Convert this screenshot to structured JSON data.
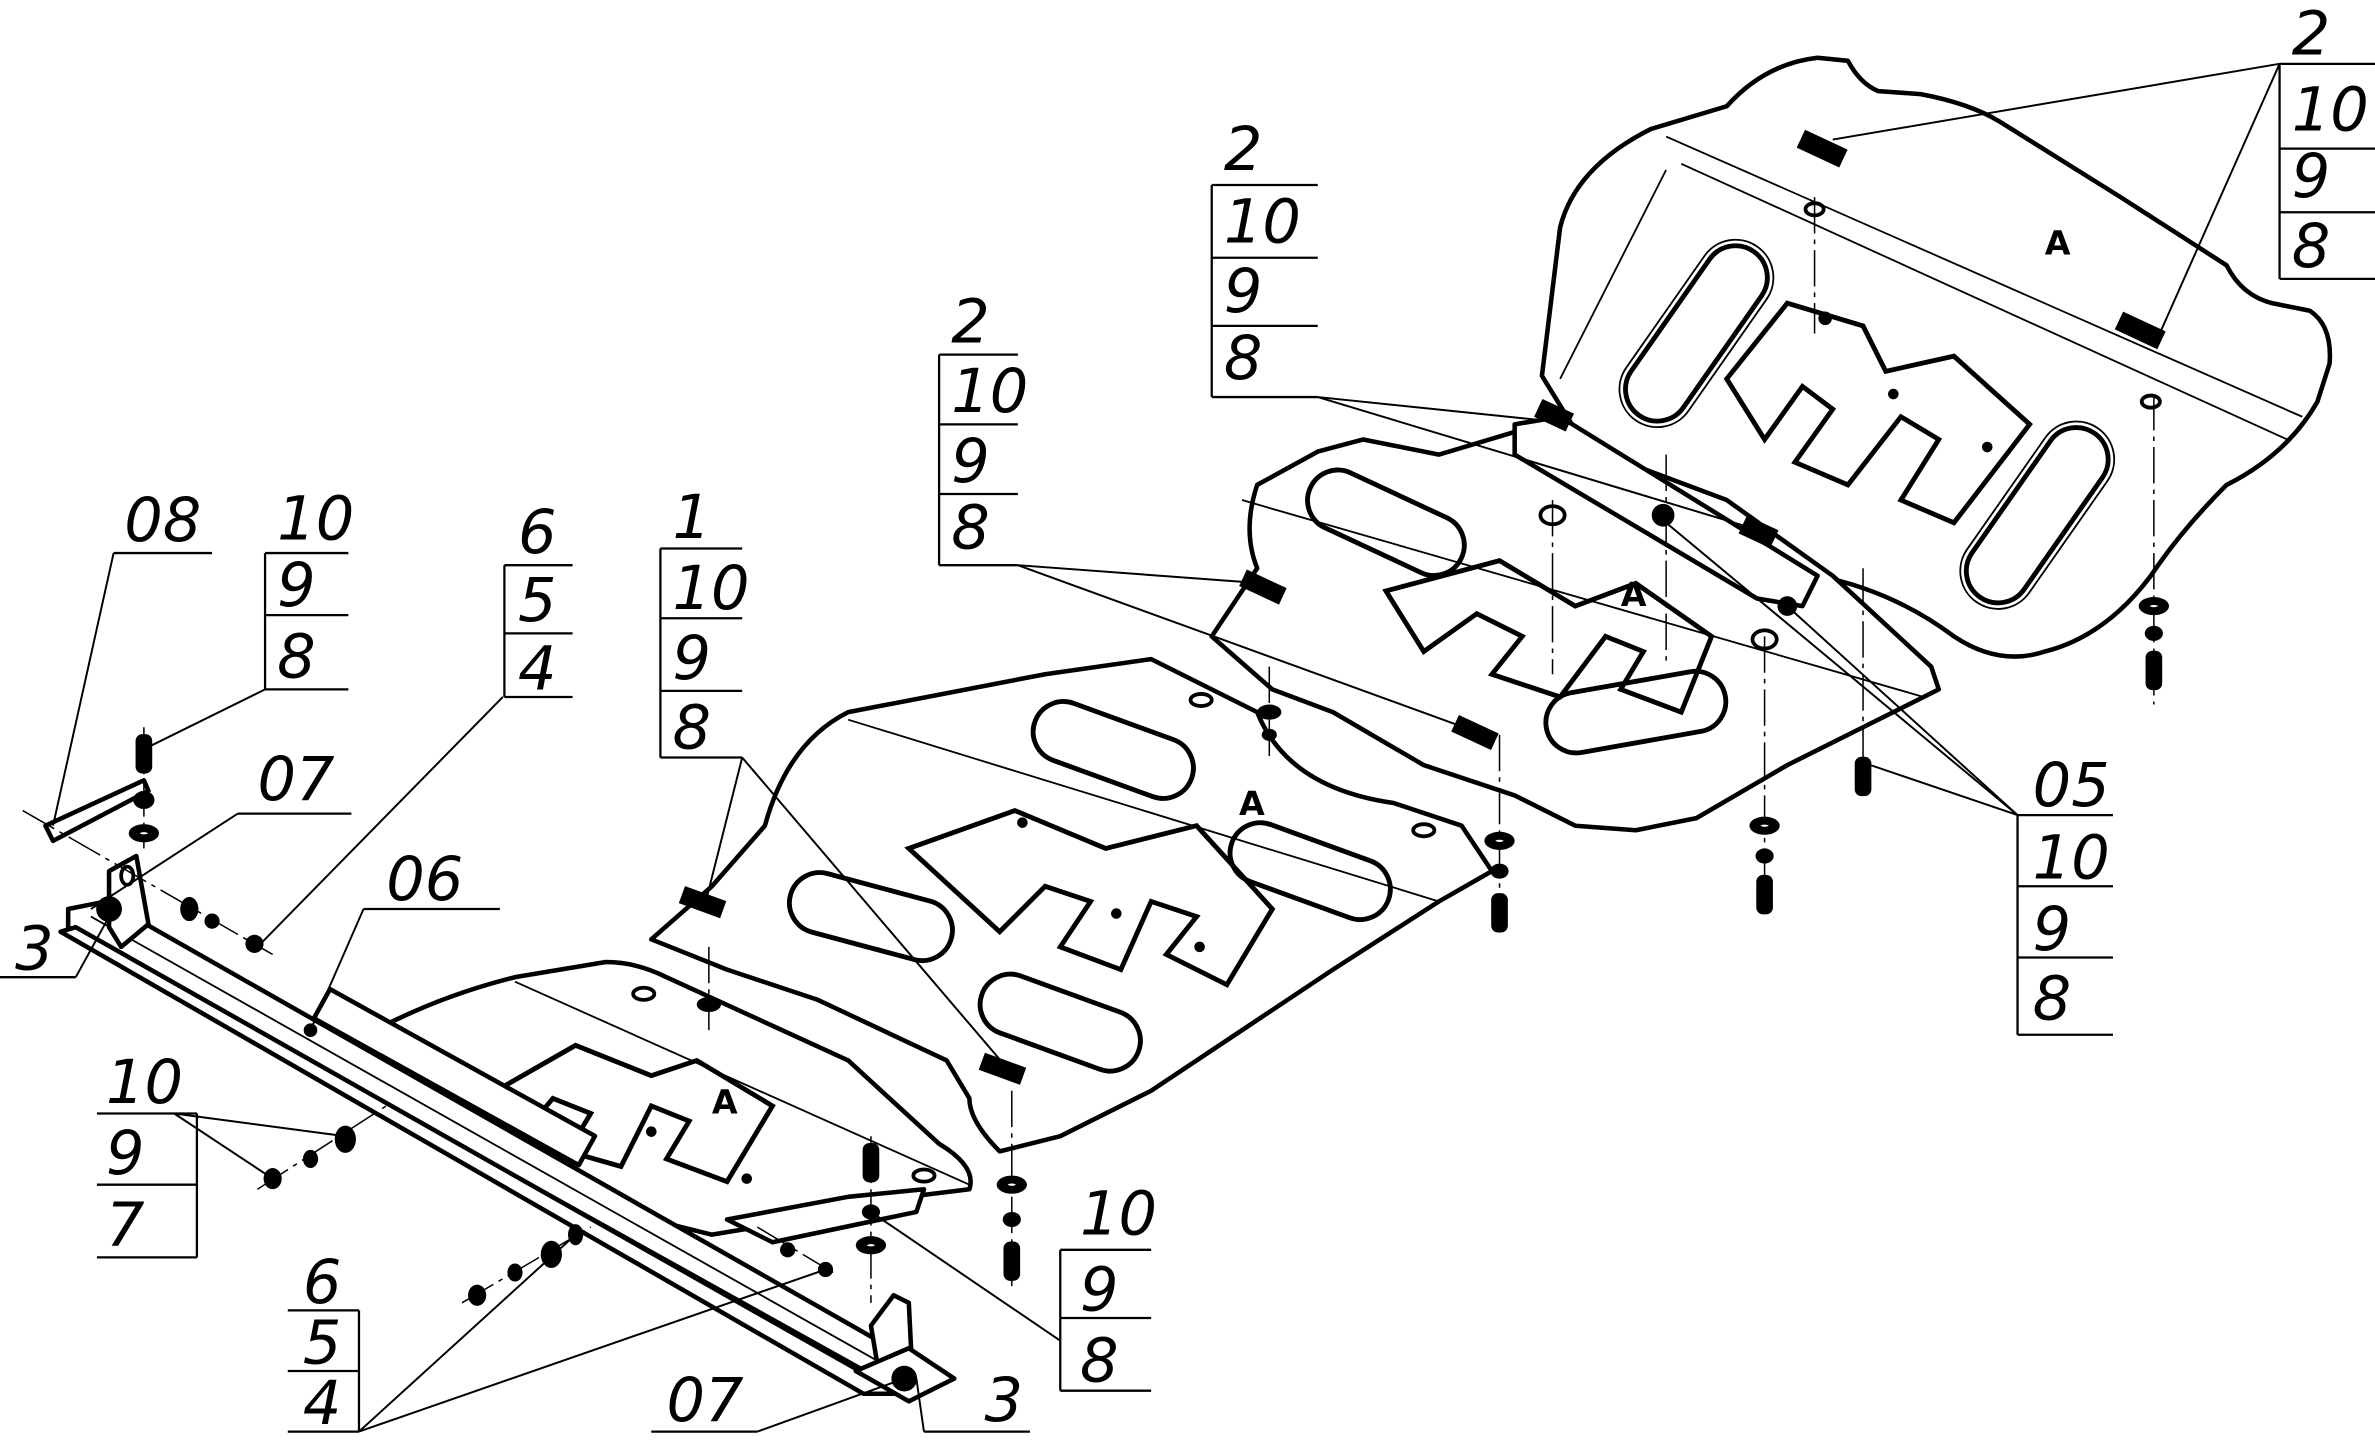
{
  "drawing": {
    "title": "Skid plate set — exploded assembly view",
    "colors": {
      "line": "#000000",
      "background": "#ffffff"
    },
    "panel_marks": [
      "A",
      "A",
      "A",
      "A"
    ],
    "callouts": [
      {
        "id": "top-right",
        "items": [
          "2",
          "10",
          "9",
          "8"
        ]
      },
      {
        "id": "upper-mid",
        "items": [
          "2",
          "10",
          "9",
          "8"
        ]
      },
      {
        "id": "mid",
        "items": [
          "2",
          "10",
          "9",
          "8"
        ]
      },
      {
        "id": "center",
        "items": [
          "1",
          "10",
          "9",
          "8"
        ]
      },
      {
        "id": "left-bracket",
        "items": [
          "08"
        ]
      },
      {
        "id": "left-bolt",
        "items": [
          "10",
          "9",
          "8"
        ]
      },
      {
        "id": "left-nut",
        "items": [
          "6",
          "5",
          "4"
        ]
      },
      {
        "id": "left-07",
        "items": [
          "07"
        ]
      },
      {
        "id": "left-06",
        "items": [
          "06"
        ]
      },
      {
        "id": "left-3",
        "items": [
          "3"
        ]
      },
      {
        "id": "bottom-left-bolt",
        "items": [
          "10",
          "9",
          "7"
        ]
      },
      {
        "id": "bottom-left-nut",
        "items": [
          "6",
          "5",
          "4"
        ]
      },
      {
        "id": "bottom-07",
        "items": [
          "07"
        ]
      },
      {
        "id": "bottom-3",
        "items": [
          "3"
        ]
      },
      {
        "id": "bottom-mid",
        "items": [
          "10",
          "9",
          "8"
        ]
      },
      {
        "id": "right-05",
        "items": [
          "05",
          "10",
          "9",
          "8"
        ]
      }
    ]
  }
}
